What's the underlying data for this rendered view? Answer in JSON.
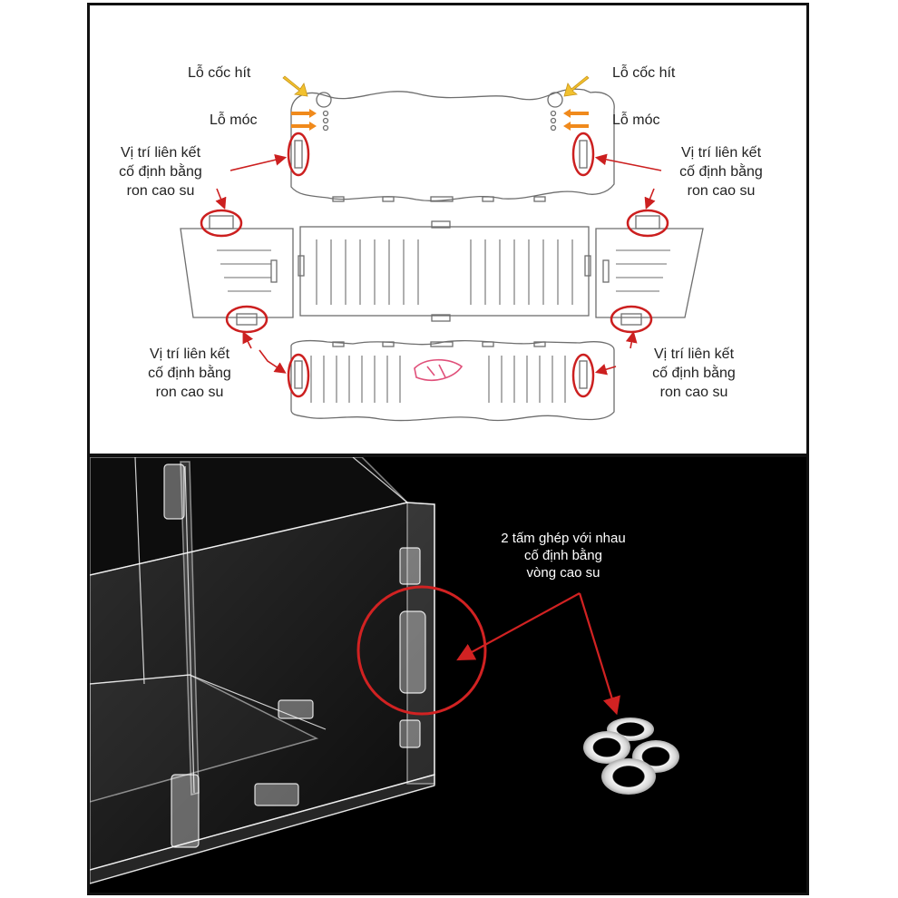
{
  "diagram": {
    "labels": {
      "suction_hole_left": "Lỗ cốc hít",
      "suction_hole_right": "Lỗ cốc hít",
      "hook_hole_left": "Lỗ móc",
      "hook_hole_right": "Lỗ móc",
      "rubber_joint": [
        "Vị trí liên kết",
        "cố định bằng",
        "ron cao su"
      ]
    },
    "colors": {
      "callout_circle": "#cc1f1f",
      "arrow_yellow": "#f2c12e",
      "arrow_orange": "#f08a1c",
      "outline": "#6e6e6e",
      "logo": "#e0507a"
    }
  },
  "photo": {
    "caption": [
      "2 tấm ghép với nhau",
      "cố định bằng",
      "vòng cao su"
    ]
  }
}
